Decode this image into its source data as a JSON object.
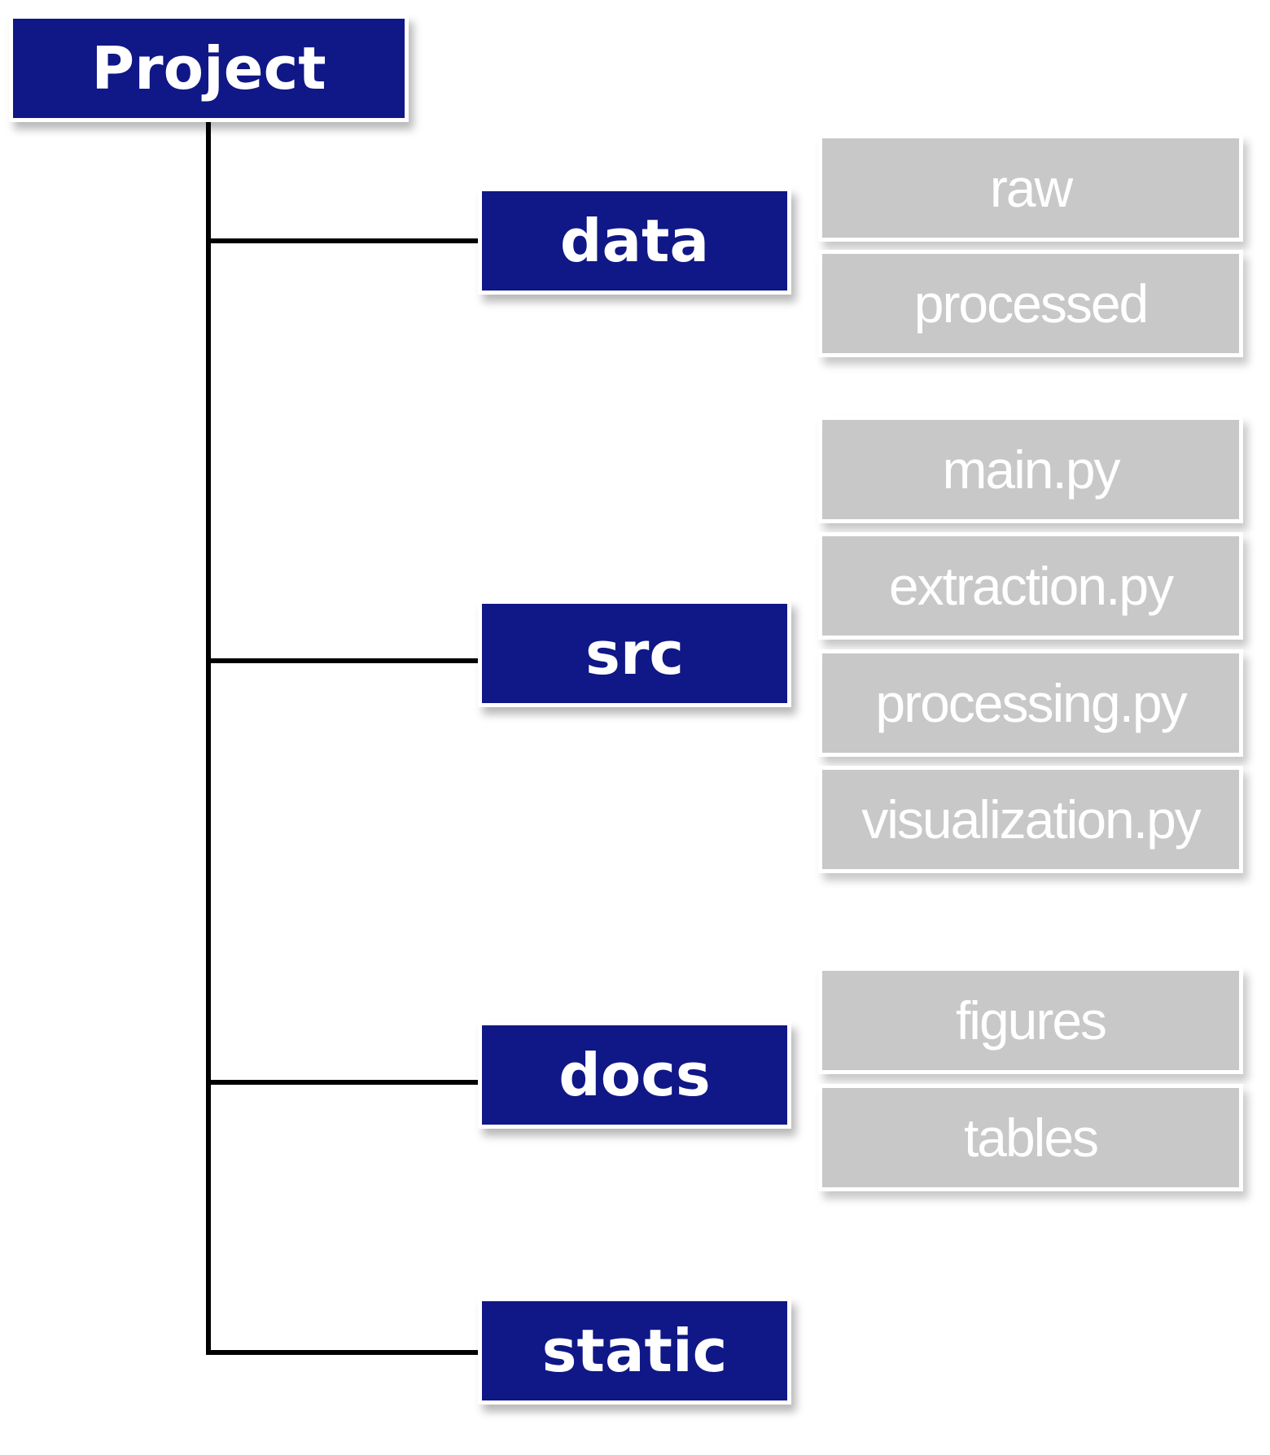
{
  "colors": {
    "primary_node": "#101786",
    "leaf_node": "#c8c8c8",
    "node_text": "#ffffff",
    "connector": "#000000"
  },
  "tree": {
    "root": "Project",
    "folders": [
      {
        "label": "data",
        "children": [
          "raw",
          "processed"
        ]
      },
      {
        "label": "src",
        "children": [
          "main.py",
          "extraction.py",
          "processing.py",
          "visualization.py"
        ]
      },
      {
        "label": "docs",
        "children": [
          "figures",
          "tables"
        ]
      },
      {
        "label": "static",
        "children": []
      }
    ]
  }
}
